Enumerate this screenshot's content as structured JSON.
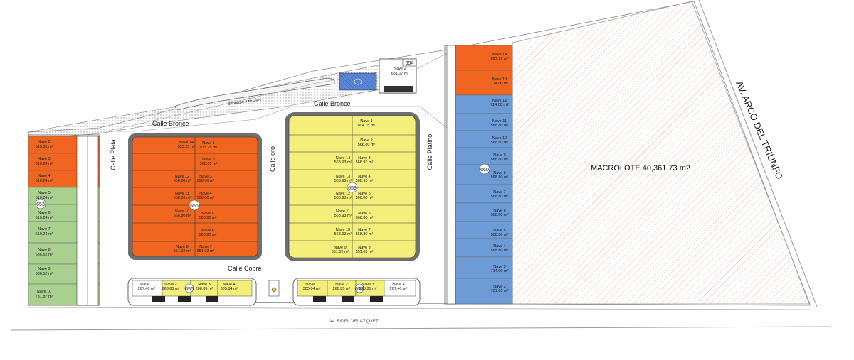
{
  "streets": {
    "bronce_left": "Calle Bronce",
    "bronce_right": "Calle Bronce",
    "plata": "Calle Plata",
    "oro": "Calle oro",
    "platino": "Calle Platino",
    "cobre": "Calle Cobre",
    "fidel": "AV. FIDEL VELAZQUEZ",
    "arco": "AV. ARCO DEL TRIUNFO",
    "gym": "Gimnasio Aire Libre"
  },
  "macrolote": "MACROLOTE 40,361.73 m2",
  "blocks": {
    "b653": {
      "badge": "653",
      "lots": [
        {
          "name": "Nave 2",
          "area": "615.05 m²"
        },
        {
          "name": "Nave 3",
          "area": "610.24 m²"
        },
        {
          "name": "Nave 4",
          "area": "610.24 m²"
        },
        {
          "name": "Nave 5",
          "area": "610.24 m²"
        },
        {
          "name": "Nave 6",
          "area": "610.24 m²"
        },
        {
          "name": "Nave 7",
          "area": "610.24 m²"
        },
        {
          "name": "Nave 8",
          "area": "686.52 m²"
        },
        {
          "name": "Nave 9",
          "area": "686.52 m²"
        },
        {
          "name": "Nave 10",
          "area": "781.87 m²"
        }
      ]
    },
    "b655": {
      "badge": "655",
      "lots": [
        {
          "name": "Nave 14",
          "area": "533.25 m²"
        },
        {
          "name": "Nave 1",
          "area": "533.25 m²"
        },
        {
          "name": "Nave 2",
          "area": "568.80 m²"
        },
        {
          "name": "Nave 12",
          "area": "568.80 m²"
        },
        {
          "name": "Nave 3",
          "area": "568.80 m²"
        },
        {
          "name": "Nave 11",
          "area": "568.80 m²"
        },
        {
          "name": "Nave 4",
          "area": "568.80 m²"
        },
        {
          "name": "Nave 10",
          "area": "568.80 m²"
        },
        {
          "name": "Nave 5",
          "area": "568.80 m²"
        },
        {
          "name": "Nave 6",
          "area": "568.80 m²"
        },
        {
          "name": "Nave 8",
          "area": "551.02 m²"
        },
        {
          "name": "Nave 7",
          "area": "551.02 m²"
        }
      ]
    },
    "b659": {
      "badge": "659",
      "lots": [
        {
          "name": "Nave 1",
          "area": "604.35 m²"
        },
        {
          "name": "Nave 2",
          "area": "568.80 m²"
        },
        {
          "name": "Nave 14",
          "area": "568.93 m²"
        },
        {
          "name": "Nave 3",
          "area": "568.93 m²"
        },
        {
          "name": "Nave 13",
          "area": "568.93 m²"
        },
        {
          "name": "Nave 4",
          "area": "568.93 m²"
        },
        {
          "name": "Nave 12",
          "area": "568.93 m²"
        },
        {
          "name": "Nave 5",
          "area": "568.80 m²"
        },
        {
          "name": "Nave 11",
          "area": "568.93 m²"
        },
        {
          "name": "Nave 6",
          "area": "568.80 m²"
        },
        {
          "name": "Nave 10",
          "area": "568.93 m²"
        },
        {
          "name": "Nave 7",
          "area": "568.80 m²"
        },
        {
          "name": "Nave 9",
          "area": "551.02 m²"
        },
        {
          "name": "Nave 8",
          "area": "551.02 m²"
        }
      ]
    },
    "b660": {
      "badge": "660",
      "lots": [
        {
          "name": "Nave 14",
          "area": "897.79 m²"
        },
        {
          "name": "Nave 13",
          "area": "714.00 m²"
        },
        {
          "name": "Nave 12",
          "area": "714.00 m2"
        },
        {
          "name": "Nave 11",
          "area": "568.80 m²"
        },
        {
          "name": "Nave 10",
          "area": "568.80 m²"
        },
        {
          "name": "Nave 9",
          "area": "568.80 m²"
        },
        {
          "name": "Nave 8",
          "area": "568.80 m²"
        },
        {
          "name": "Nave 7",
          "area": "568.80 m²"
        },
        {
          "name": "Nave 6",
          "area": "568.80 m²"
        },
        {
          "name": "Nave 5",
          "area": "568.80 m²"
        },
        {
          "name": "Nave 4",
          "area": "568.80 m²"
        },
        {
          "name": "Nave 3",
          "area": "714.00 m²"
        },
        {
          "name": "Nave 2",
          "area": "731.85 m²"
        }
      ]
    },
    "b656": {
      "badge": "656",
      "lots": [
        {
          "name": "Nave 1",
          "area": "267.40 m²"
        },
        {
          "name": "Nave 2",
          "area": "268.85 m²"
        },
        {
          "name": "Nave 3",
          "area": "268.85 m²"
        },
        {
          "name": "Nave 4",
          "area": "305.84 m²"
        }
      ]
    },
    "b658": {
      "badge": "658",
      "lots": [
        {
          "name": "Nave 1",
          "area": "305.84 m²"
        },
        {
          "name": "Nave 2",
          "area": "268.85 m²"
        },
        {
          "name": "Nave 3",
          "area": "268.85 m²"
        },
        {
          "name": "Nave 4",
          "area": "267.40 m²"
        }
      ]
    },
    "b654": {
      "badge": "654",
      "lots": [
        {
          "name": "Nave 2",
          "area": "631.07 m²"
        }
      ]
    }
  },
  "colors": {
    "orange": "#f0651f",
    "yellow": "#f4ee7a",
    "green": "#a9d08e",
    "blue": "#6c9bd6",
    "court": "#4f7fd0"
  }
}
